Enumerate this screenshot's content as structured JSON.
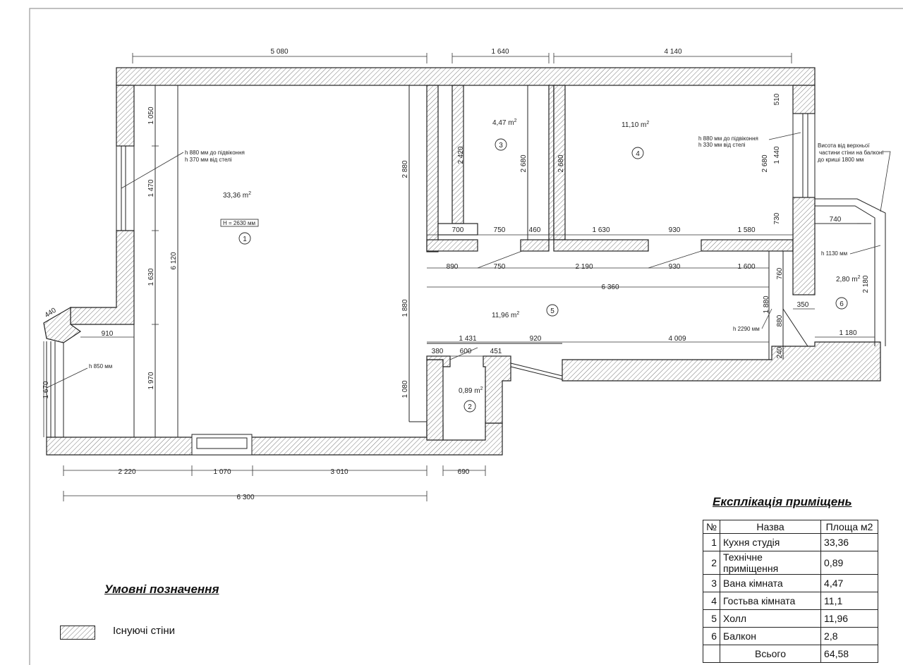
{
  "plan": {
    "overall_dims": {
      "top_left": "5 080",
      "top_mid": "1 640",
      "top_right": "4 140",
      "bottom_1": "2 220",
      "bottom_2": "1 070",
      "bottom_3": "3 010",
      "bottom_4": "690",
      "bottom_total": "6 300"
    },
    "dims": {
      "d1050": "1 050",
      "d1470": "1 470",
      "d1630": "1 630",
      "d1970": "1 970",
      "d6120": "6 120",
      "d2880": "2 880",
      "d1880": "1 880",
      "d1080": "1 080",
      "d2420": "2 420",
      "d2680a": "2 680",
      "d2680b": "2 680",
      "d2680c": "2 680",
      "d510": "510",
      "d1440": "1 440",
      "d730": "730",
      "d760": "760",
      "d1880b": "1 880",
      "d880": "880",
      "d240": "240",
      "d2180": "2 180",
      "d700": "700",
      "d750a": "750",
      "d460": "460",
      "d1630h": "1 630",
      "d930a": "930",
      "d1580": "1 580",
      "d740": "740",
      "d890": "890",
      "d750b": "750",
      "d2190": "2 190",
      "d930b": "930",
      "d1600": "1 600",
      "d6360": "6 360",
      "d350": "350",
      "d1431": "1 431",
      "d920": "920",
      "d4009": "4 009",
      "d1180": "1 180",
      "d380": "380",
      "d600": "600",
      "d451": "451",
      "d440": "440",
      "d910": "910",
      "d1670": "1 670"
    },
    "rooms": [
      {
        "num": "1",
        "area": "33,36 m",
        "sup": "2",
        "height_note": "H = 2630 мм"
      },
      {
        "num": "2",
        "area": "0,89 m",
        "sup": "2"
      },
      {
        "num": "3",
        "area": "4,47 m",
        "sup": "2"
      },
      {
        "num": "4",
        "area": "11,10 m",
        "sup": "2"
      },
      {
        "num": "5",
        "area": "11,96 m",
        "sup": "2"
      },
      {
        "num": "6",
        "area": "2,80 m",
        "sup": "2"
      }
    ],
    "notes": {
      "window1_a": "h 880 мм до підвіконня",
      "window1_b": "h 370 мм від стелі",
      "window2_a": "h 880 мм до підвіконня",
      "window2_b": "h 330 мм від стелі",
      "balcony_a": "Висота від верхньої",
      "balcony_b": "частини стіни на балконі",
      "balcony_c": "до криші 1800 мм",
      "h1130": "h 1130 мм",
      "h2290": "h 2290 мм",
      "h850": "h 850 мм"
    }
  },
  "legend": {
    "title": "Умовні позначення",
    "existing_walls": "Існуючі стіни"
  },
  "explication": {
    "title": "Експлікація приміщень",
    "headers": {
      "num": "№",
      "name": "Назва",
      "area": "Площа м2"
    },
    "rows": [
      {
        "num": "1",
        "name": "Кухня студія",
        "area": "33,36"
      },
      {
        "num": "2",
        "name": "Технічне приміщення",
        "area": "0,89"
      },
      {
        "num": "3",
        "name": "Вана кімната",
        "area": "4,47"
      },
      {
        "num": "4",
        "name": "Гостьва кімната",
        "area": "11,1"
      },
      {
        "num": "5",
        "name": "Холл",
        "area": "11,96"
      },
      {
        "num": "6",
        "name": "Балкон",
        "area": "2,8"
      }
    ],
    "total_label": "Всього",
    "total_area": "64,58"
  }
}
